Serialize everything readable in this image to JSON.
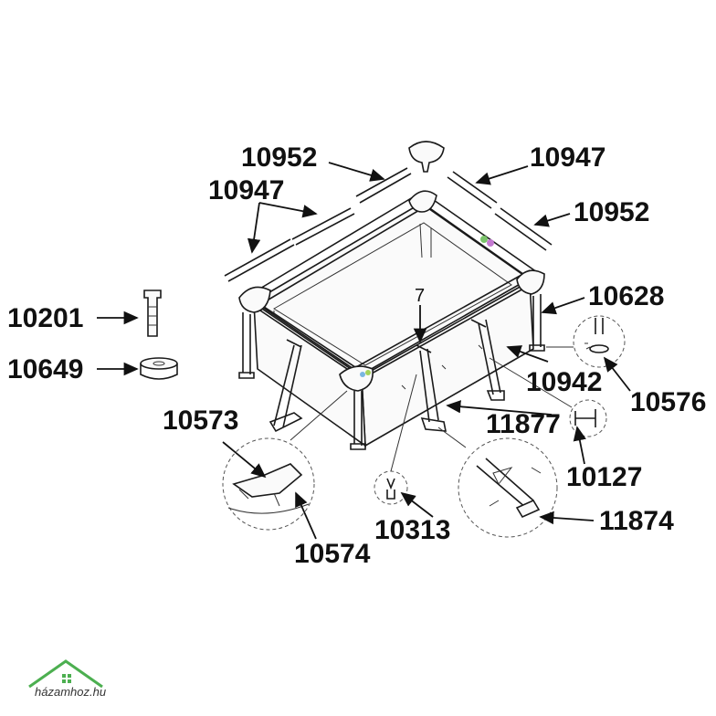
{
  "labels": {
    "top_left_rail": "10952",
    "top_right_joint": "10947",
    "left_rail": "10947",
    "right_rail": "10952",
    "leg": "10628",
    "valve": "10201",
    "valve_cap": "10649",
    "pin_number": "7",
    "leg_support": "10942",
    "seal_ring": "10576",
    "corner_joint": "10573",
    "corner_clip": "10574",
    "strap_pin": "11877",
    "t_joint": "10127",
    "pin_detail": "10313",
    "foot_cap": "11874"
  },
  "logo": {
    "text": "házamhoz.hu"
  }
}
